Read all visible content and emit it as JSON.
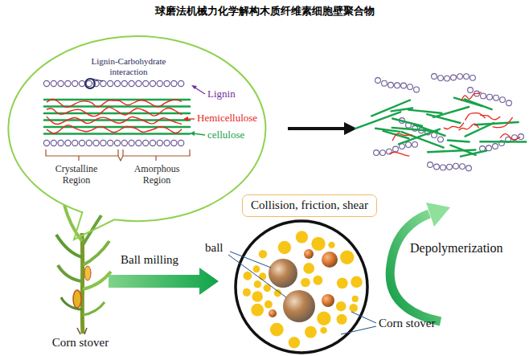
{
  "diagram": {
    "title": "球磨法机械力化学解构木质纤维素细胞壁聚合物",
    "nodes": [
      {
        "text": [
          "Lignin-Carbohydrate interaction",
          "Lignin",
          "Hemicellulose",
          "cellulose",
          "Crystalline Region",
          "Amorphous Region"
        ]
      },
      {
        "text": [
          "Collision, friction, shear"
        ]
      }
    ],
    "labels": [
      "Ball milling",
      "Corn stover",
      "ball",
      "Corn stover",
      "Depolymerization"
    ]
  }
}
